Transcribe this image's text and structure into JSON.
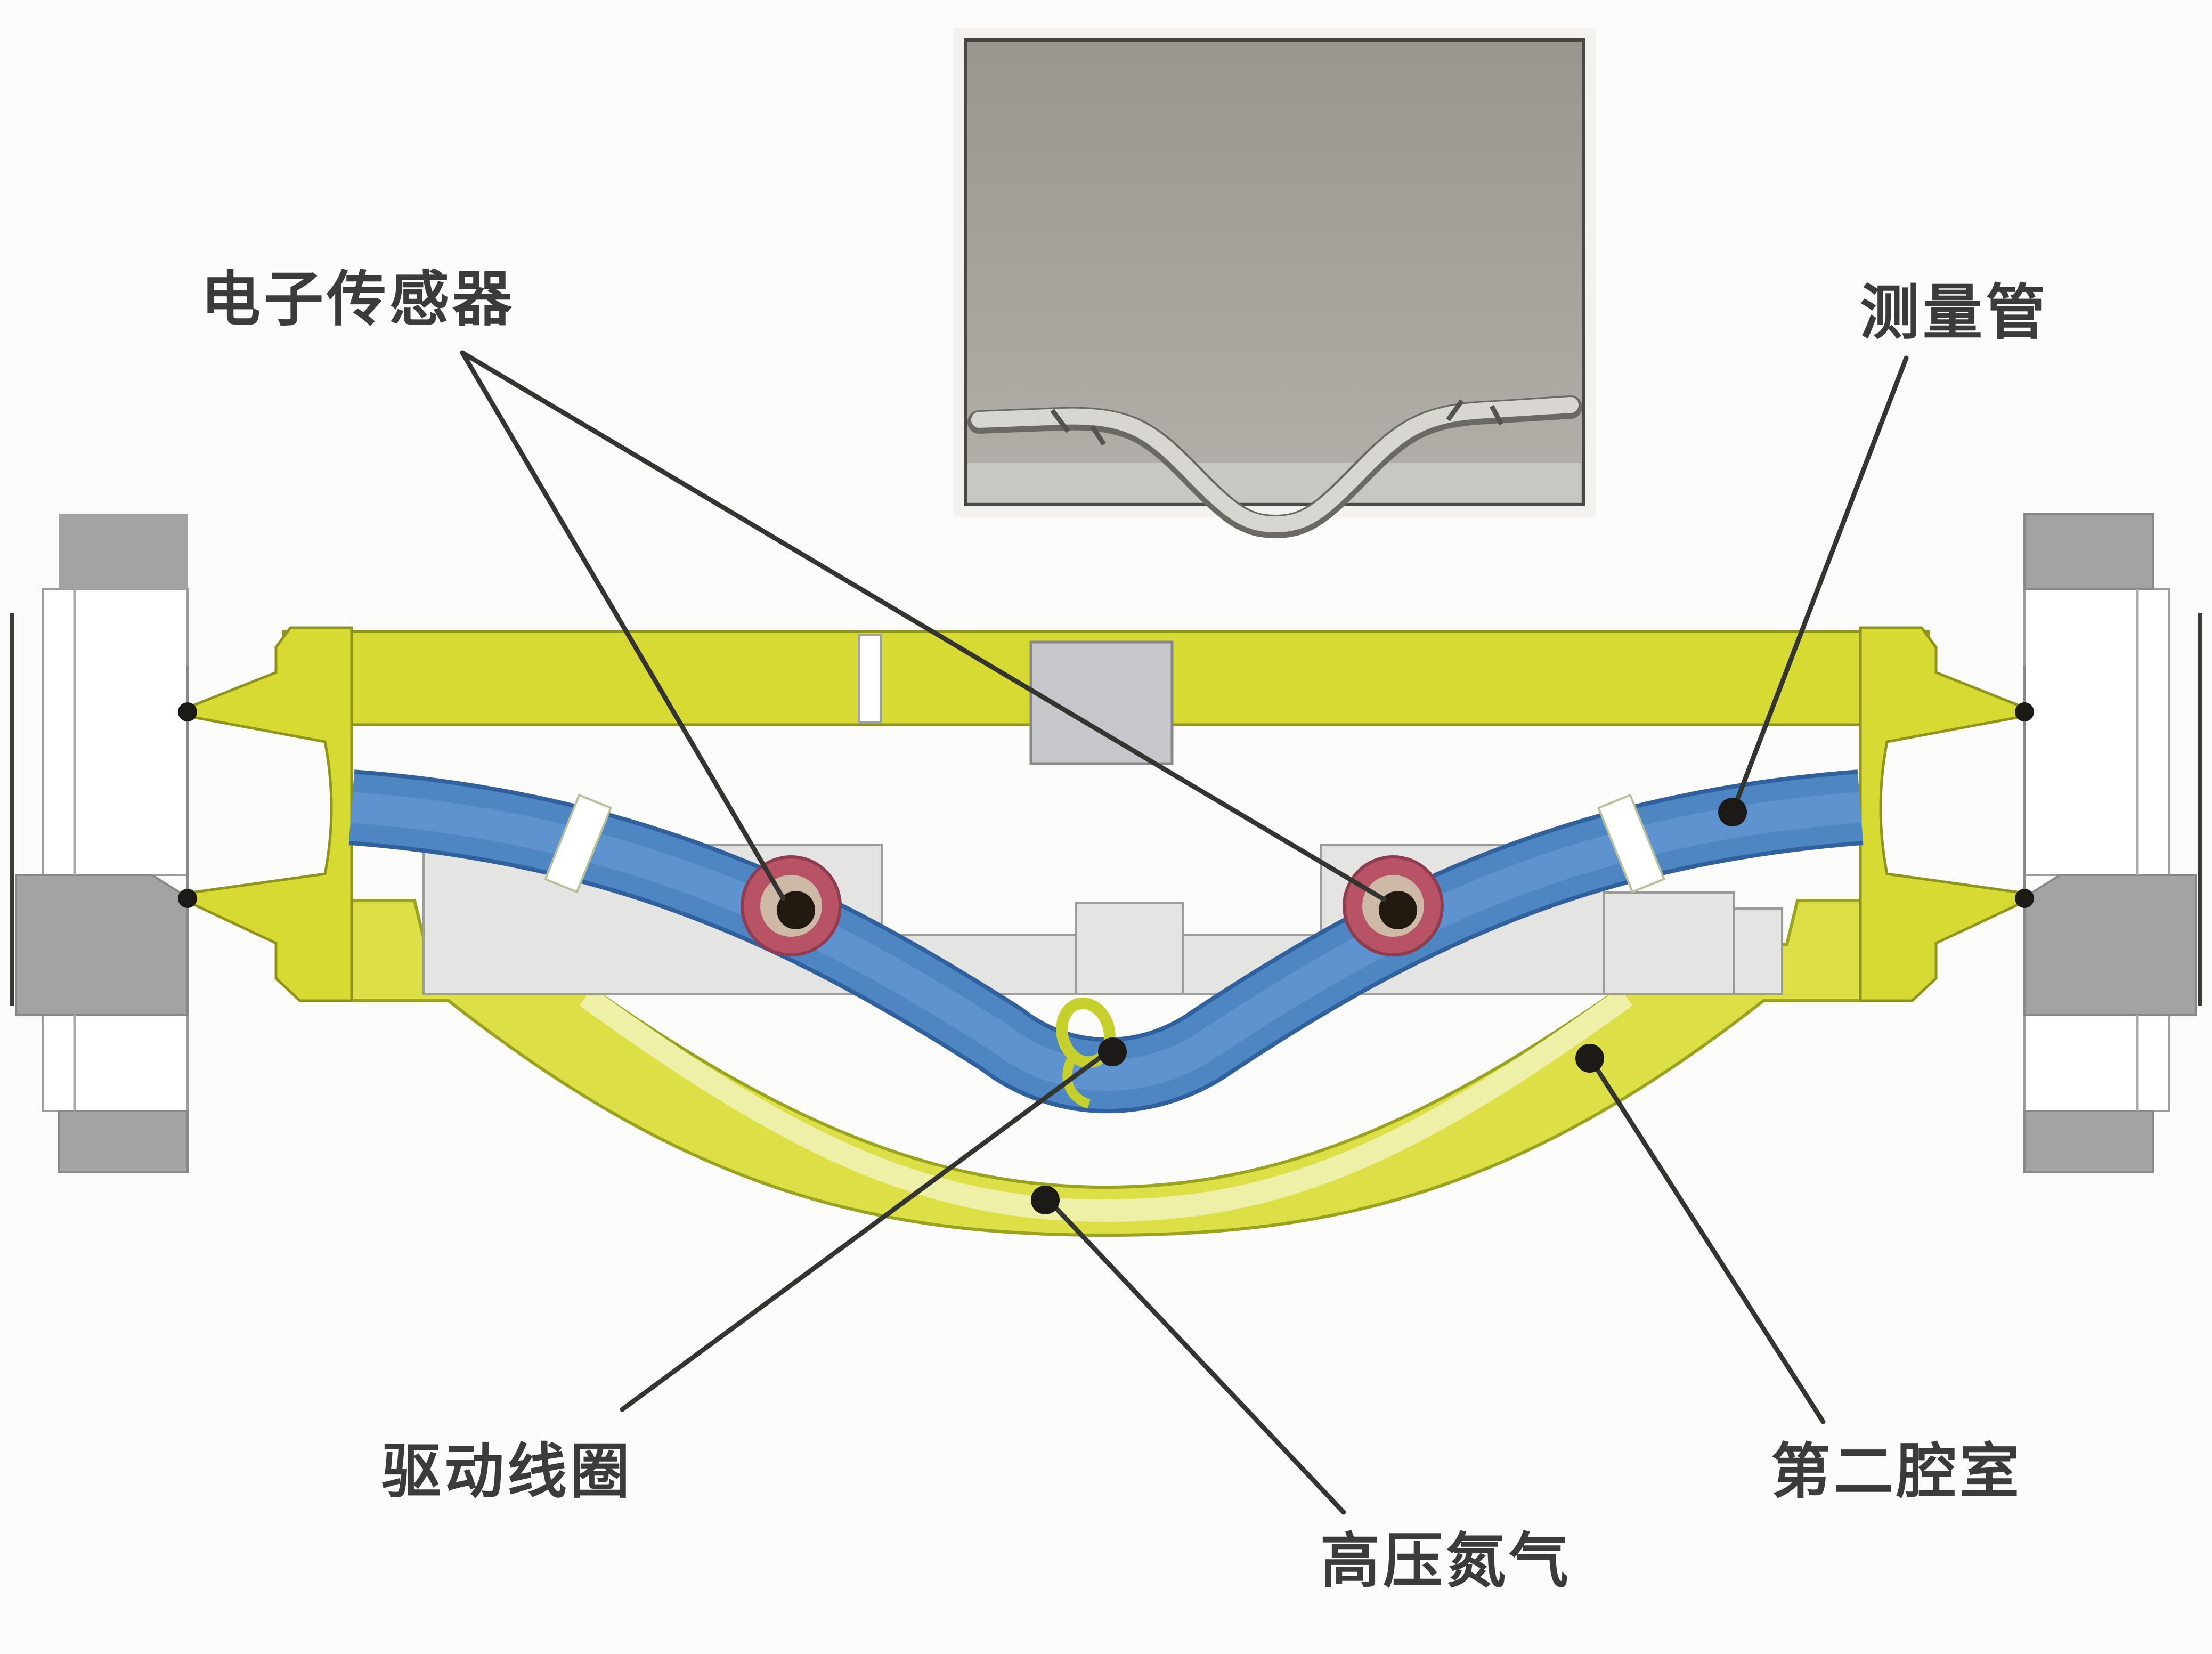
{
  "figure": {
    "type": "coriolis-mass-flowmeter-cross-section",
    "labels": {
      "sensor": {
        "text": "电子传感器"
      },
      "tube": {
        "text": "测量管"
      },
      "coil": {
        "text": "驱动线圈"
      },
      "nitrogen": {
        "text": "高压氮气"
      },
      "chamber": {
        "text": "第二腔室"
      }
    },
    "colors": {
      "housing_yellow": "#d6da33",
      "housing_edge": "#8f941c",
      "tube_blue": "#4d86c3",
      "tube_blue_dark": "#30619c",
      "tube_blue_light": "#5e93cf",
      "flange_gray": "#a3a3a1",
      "inner_gray": "#e4e4e2",
      "block_gray": "#c7c7cb",
      "sensor_red": "#b85366",
      "sensor_core": "#221a10",
      "coil_green": "#c6d02c",
      "leader_black": "#343431",
      "photo_gray": "#a5a29d",
      "photo_tube": "#d7d6d0"
    }
  }
}
